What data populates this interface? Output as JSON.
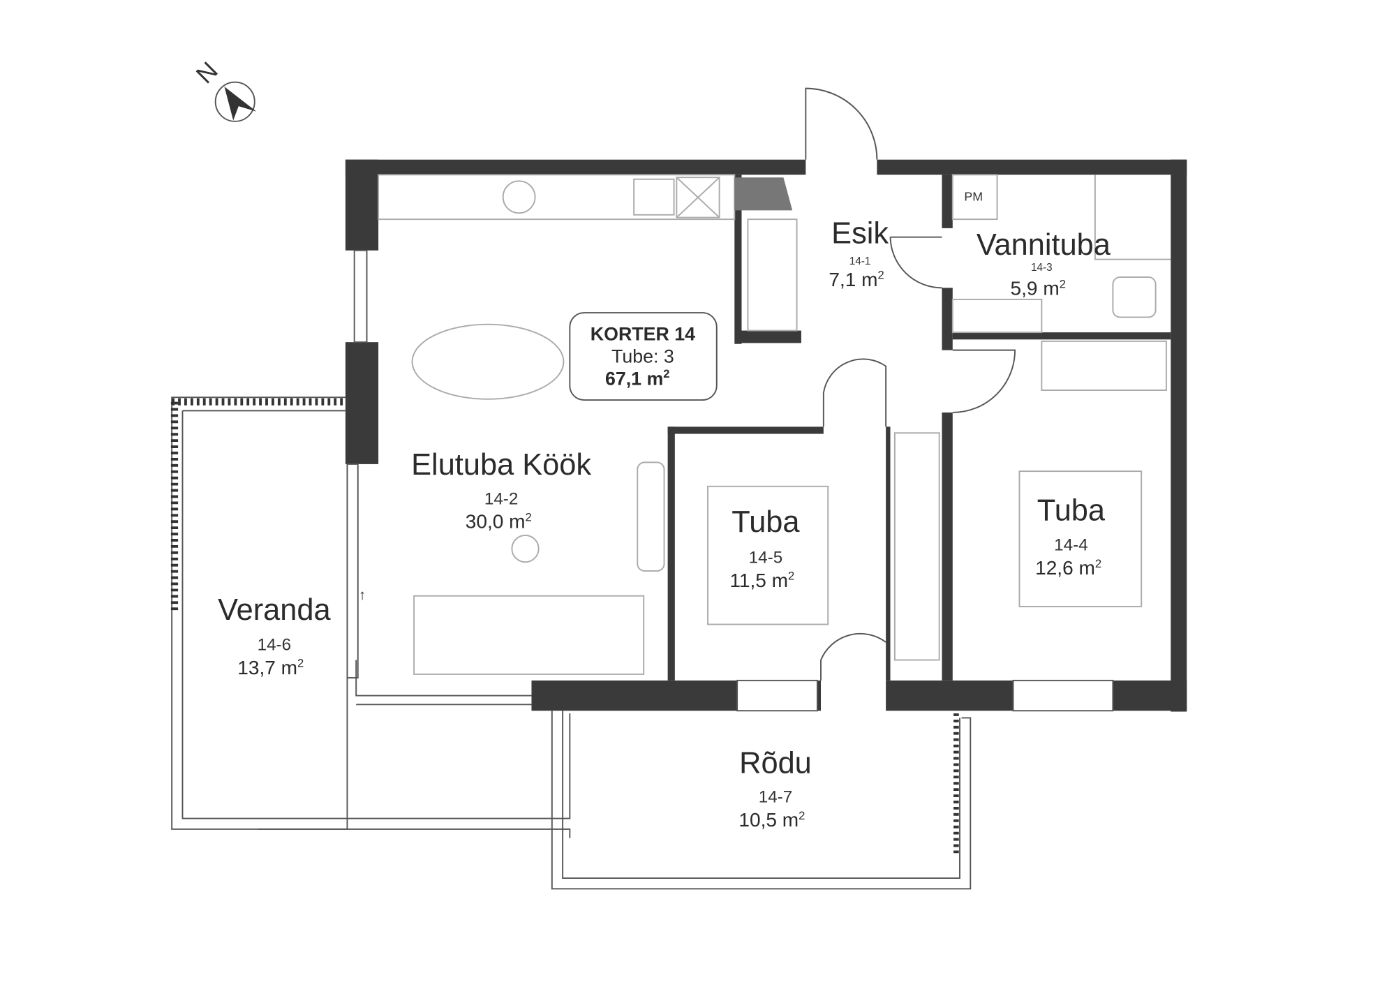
{
  "compass": {
    "label": "N"
  },
  "apartment": {
    "title": "KORTER 14",
    "rooms": "Tube: 3",
    "area": "67,1 m",
    "area_sup": "2"
  },
  "rooms": [
    {
      "name": "Esik",
      "code": "14-1",
      "area": "7,1 m",
      "sup": "2"
    },
    {
      "name": "Elutuba Köök",
      "code": "14-2",
      "area": "30,0 m",
      "sup": "2"
    },
    {
      "name": "Vannituba",
      "code": "14-3",
      "area": "5,9 m",
      "sup": "2"
    },
    {
      "name": "Tuba",
      "code": "14-4",
      "area": "12,6 m",
      "sup": "2"
    },
    {
      "name": "Tuba",
      "code": "14-5",
      "area": "11,5 m",
      "sup": "2"
    },
    {
      "name": "Veranda",
      "code": "14-6",
      "area": "13,7 m",
      "sup": "2"
    },
    {
      "name": "Rõdu",
      "code": "14-7",
      "area": "10,5 m",
      "sup": "2"
    }
  ],
  "fixtures": {
    "pm_label": "PM",
    "arrow": "↑"
  }
}
